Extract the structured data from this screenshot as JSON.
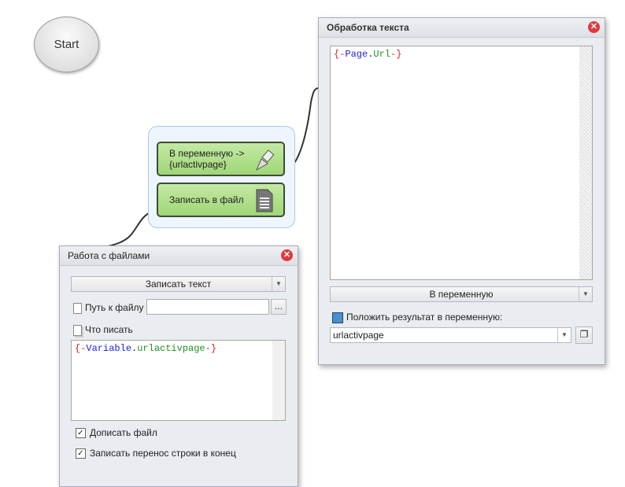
{
  "start": {
    "label": "Start"
  },
  "actions": [
    {
      "label1": "В переменную ->",
      "label2": "{urlactivpage}",
      "icon": "pen-icon"
    },
    {
      "label": "Записать в файл",
      "icon": "document-icon"
    }
  ],
  "text_window": {
    "title": "Обработка текста",
    "code": {
      "open": "{-",
      "obj": "Page",
      "dot": ".",
      "prop": "Url",
      "close": "-}"
    },
    "mode": "В переменную",
    "result_label": "Положить результат в переменную:",
    "variable": "urlactivpage"
  },
  "file_window": {
    "title": "Работа с файлами",
    "action": "Записать текст",
    "path_label": "Путь к файлу",
    "path_value": "",
    "browse": "...",
    "what_label": "Что писать",
    "code": {
      "open": "{-",
      "obj": "Variable",
      "dot": ".",
      "prop": "urlactivpage",
      "close": "-}"
    },
    "append_label": "Дописать файл",
    "newline_label": "Записать перенос строки в конец"
  }
}
